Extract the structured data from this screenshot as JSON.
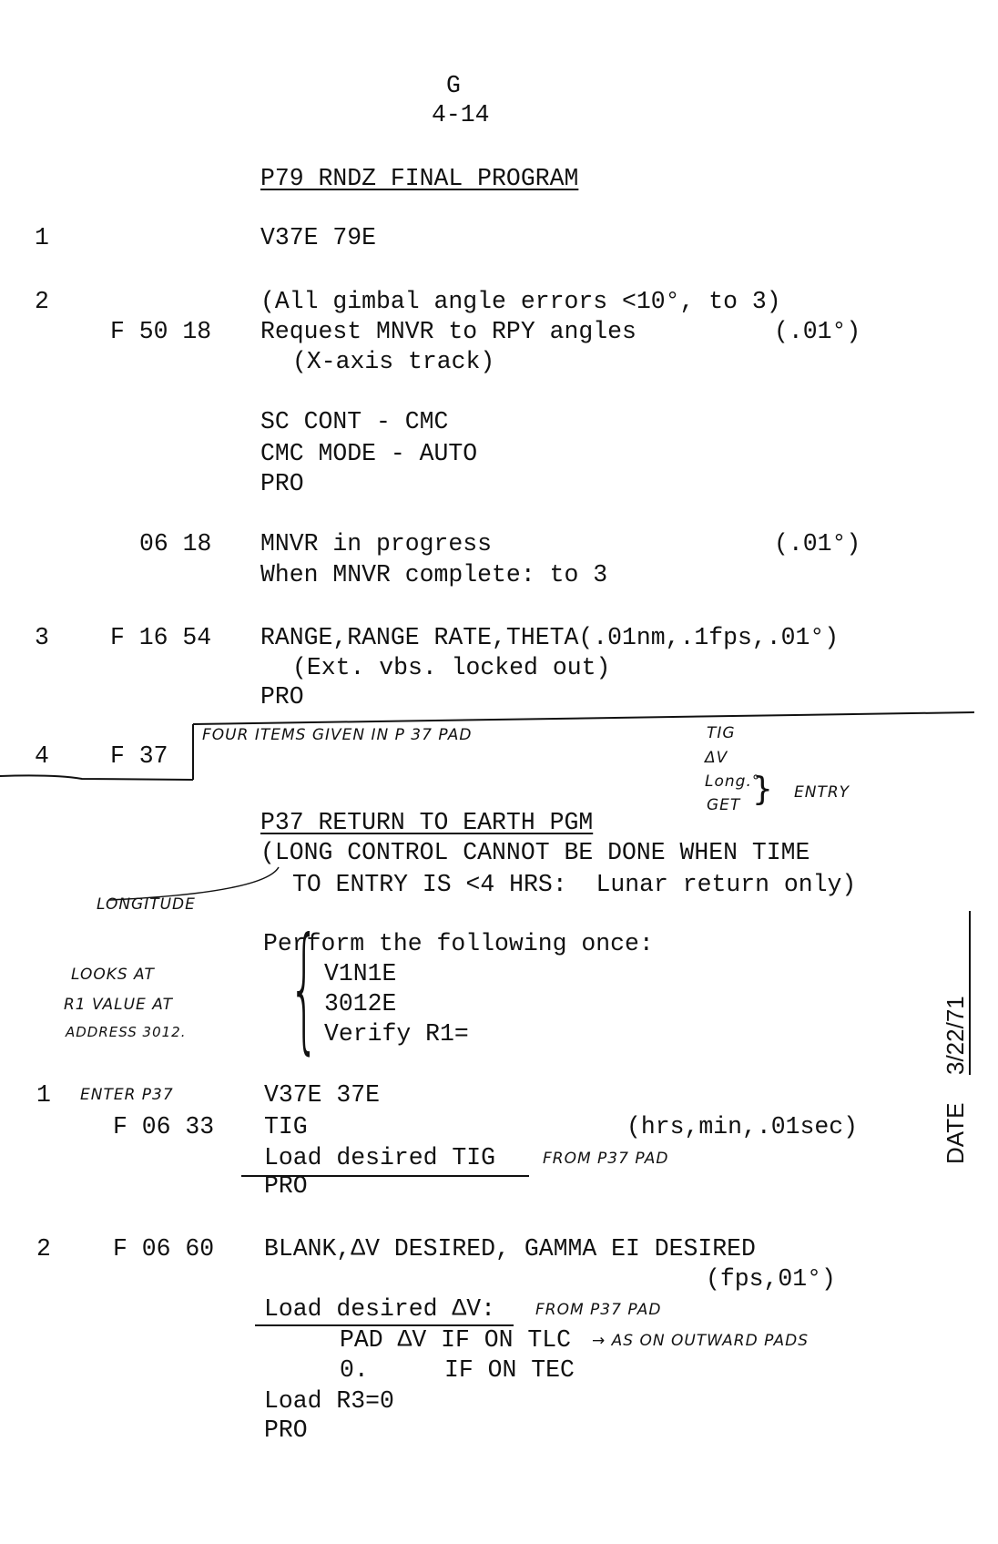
{
  "header": {
    "section": "G",
    "page": "4-14"
  },
  "title": "P79 RNDZ FINAL PROGRAM",
  "p79_steps": [
    {
      "num": "1",
      "code": "",
      "lines": [
        "V37E 79E"
      ]
    },
    {
      "num": "2",
      "note": "(All gimbal angle errors <10°, to 3)",
      "code": "F 50 18",
      "text": "Request MNVR to RPY angles",
      "units": "(.01°)",
      "sub": "(X-axis track)",
      "actions": [
        "SC CONT - CMC",
        "CMC MODE - AUTO",
        "PRO"
      ],
      "code2": "06 18",
      "text2": "MNVR in progress",
      "units2": "(.01°)",
      "text3": "When MNVR complete: to 3"
    },
    {
      "num": "3",
      "code": "F 16 54",
      "text": "RANGE,RANGE RATE,THETA(.01nm,.1fps,.01°)",
      "sub": "(Ext. vbs. locked out)",
      "action": "PRO"
    },
    {
      "num": "4",
      "code": "F 37"
    }
  ],
  "handwritten": {
    "four_items": "FOUR ITEMS GIVEN IN P 37 PAD",
    "items": [
      "TIG",
      "ΔV",
      "Long.°",
      "GET"
    ],
    "entry": "ENTRY",
    "longitude": "LONGITUDE",
    "looks_at": [
      "LOOKS AT",
      "R1 VALUE AT",
      "ADDRESS 3012."
    ],
    "enter_p37": "ENTER P37",
    "from_pad_tig": "FROM P37 PAD",
    "from_pad_dv": "FROM P37 PAD",
    "as_on": "→ AS ON OUTWARD PADS"
  },
  "p37": {
    "title": "P37 RETURN TO EARTH PGM",
    "note1": "(LONG CONTROL CANNOT BE DONE WHEN TIME",
    "note2": "TO ENTRY IS <4 HRS:  Lunar return only)",
    "perform": "Perform the following once:",
    "perform_items": [
      "V1N1E",
      "3012E",
      "Verify R1="
    ],
    "step1": {
      "num": "1",
      "text": "V37E 37E",
      "code": "F 06 33",
      "label": "TIG",
      "units": "(hrs,min,.01sec)",
      "load": "Load desired TIG",
      "pro": "PRO"
    },
    "step2": {
      "num": "2",
      "code": "F 06 60",
      "text": "BLANK,ΔV DESIRED, GAMMA EI DESIRED",
      "units": "(fps,01°)",
      "load": "Load desired ΔV:",
      "pad1": "PAD ΔV IF ON TLC",
      "pad2a": "0.",
      "pad2b": "IF ON TEC",
      "load_r3": "Load R3=0",
      "pro": "PRO"
    }
  },
  "date": {
    "label": "DATE",
    "value": "3/22/71"
  }
}
